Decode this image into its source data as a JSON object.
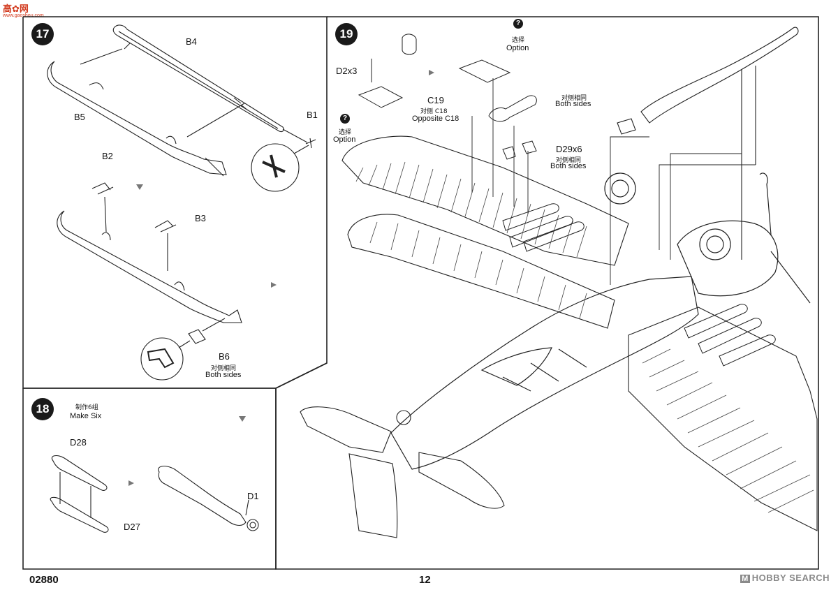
{
  "header": {
    "logo_text": "高✿网",
    "logo_url": "www.gaoshou.com"
  },
  "footer": {
    "code": "02880",
    "page": "12"
  },
  "watermark": {
    "badge": "M",
    "text": "HOBBY SEARCH"
  },
  "step17": {
    "number": "17",
    "parts": {
      "b4": "B4",
      "b5": "B5",
      "b1": "B1",
      "b2": "B2",
      "b3": "B3",
      "b6": "B6"
    },
    "b6_note_cn": "对侧相同",
    "b6_note_en": "Both sides"
  },
  "step18": {
    "number": "18",
    "note_cn": "制作6组",
    "note_en": "Make Six",
    "parts": {
      "d28": "D28",
      "d27": "D27",
      "d1": "D1"
    }
  },
  "step19": {
    "number": "19",
    "d2x3": "D2x3",
    "c19": "C19",
    "c18_cn": "对侧 C18",
    "c18_en": "Opposite C18",
    "option1_cn": "选择",
    "option1_en": "Option",
    "option2_cn": "选择",
    "option2_en": "Option",
    "rocket_cn": "对侧相同",
    "rocket_en": "Both sides",
    "d29x6": "D29x6",
    "d29_cn": "对侧相同",
    "d29_en": "Both sides",
    "qmark": "?"
  }
}
